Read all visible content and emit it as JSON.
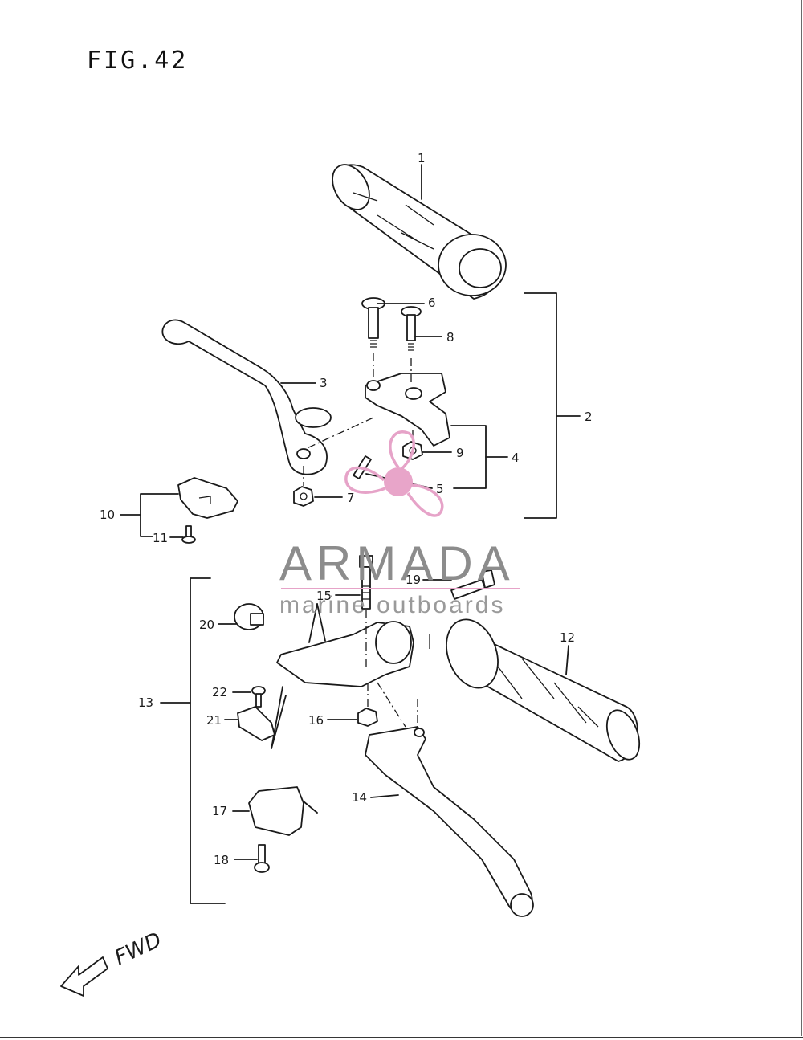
{
  "figure": {
    "title": "FIG.42"
  },
  "callouts": [
    {
      "n": "1"
    },
    {
      "n": "2"
    },
    {
      "n": "3"
    },
    {
      "n": "4"
    },
    {
      "n": "5"
    },
    {
      "n": "6"
    },
    {
      "n": "7"
    },
    {
      "n": "8"
    },
    {
      "n": "9"
    },
    {
      "n": "10"
    },
    {
      "n": "11"
    },
    {
      "n": "12"
    },
    {
      "n": "13"
    },
    {
      "n": "14"
    },
    {
      "n": "15"
    },
    {
      "n": "16"
    },
    {
      "n": "17"
    },
    {
      "n": "18"
    },
    {
      "n": "19"
    },
    {
      "n": "20"
    },
    {
      "n": "21"
    },
    {
      "n": "22"
    }
  ],
  "watermark": {
    "brand": "ARMADA",
    "tagline": "marine outboards",
    "accent_color": "#e6a3c8",
    "text_color": "#8c8c8c",
    "icon": "propeller-icon"
  },
  "direction": {
    "label": "FWD",
    "icon": "arrow-icon"
  }
}
